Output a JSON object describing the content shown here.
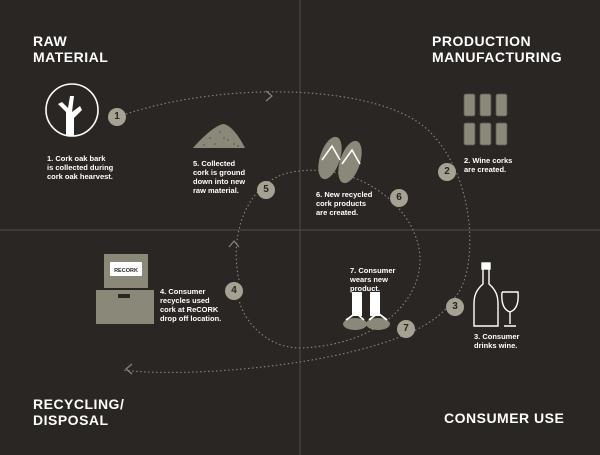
{
  "colors": {
    "background": "#2a2624",
    "divider": "#4a4643",
    "icon": "#8a8878",
    "badge": "#a5a294",
    "text": "#ffffff",
    "dots": "#8a857f"
  },
  "quadrants": {
    "raw_material": "RAW\nMATERIAL",
    "production": "PRODUCTION\nMANUFACTURING",
    "recycling": "RECYCLING/\nDISPOSAL",
    "consumer_use": "CONSUMER USE"
  },
  "steps": [
    {
      "number": "1",
      "caption": "1. Cork oak bark\nis collected during\ncork oak hearvest.",
      "icon": "tree-icon"
    },
    {
      "number": "2",
      "caption": "2. Wine corks\nare created.",
      "icon": "wine-corks-icon"
    },
    {
      "number": "3",
      "caption": "3. Consumer\ndrinks wine.",
      "icon": "wine-bottle-glass-icon"
    },
    {
      "number": "4",
      "caption": "4. Consumer\nrecycles used\ncork at ReCORK\ndrop off location.",
      "icon": "recork-bin-icon"
    },
    {
      "number": "5",
      "caption": "5. Collected\ncork is ground\ndown into new\nraw material.",
      "icon": "ground-cork-pile-icon"
    },
    {
      "number": "6",
      "caption": "6. New recycled\ncork products\nare created.",
      "icon": "flip-flops-icon"
    },
    {
      "number": "7",
      "caption": "7. Consumer\nwears new\nproduct.",
      "icon": "worn-sandals-icon"
    }
  ],
  "bin_label": "RECORK"
}
